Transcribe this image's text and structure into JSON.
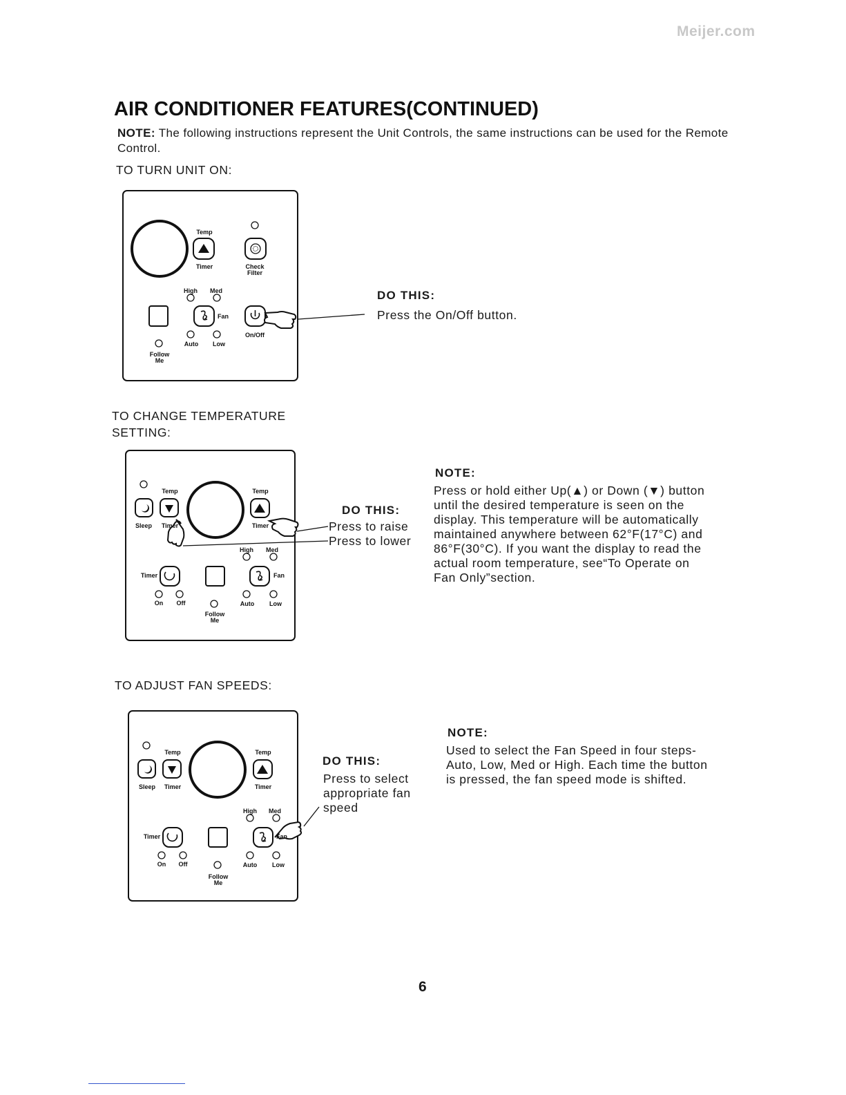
{
  "watermark": "Meijer.com",
  "heading": "AIR CONDITIONER FEATURES(CONTINUED)",
  "intro": {
    "note_label": "NOTE:",
    "note_text": " The following instructions represent the Unit Controls, the same instructions can be used for the Remote Control."
  },
  "sections": {
    "turn_on": {
      "title": "TO TURN UNIT ON:",
      "do_this": "DO THIS:",
      "instruction": "Press the On/Off button."
    },
    "change_temp": {
      "title_line1": "TO CHANGE TEMPERATURE",
      "title_line2": "SETTING:",
      "do_this": "DO THIS:",
      "raise": "Press to raise",
      "lower": "Press to lower",
      "note_label": "NOTE:",
      "note_lines": [
        "Press or hold either Up(▲) or Down (▼) button",
        "until the desired temperature is seen on the",
        "display. This temperature will be automatically",
        "maintained anywhere between 62°F(17°C) and",
        "86°F(30°C). If you want the display to read the",
        "actual room temperature, see“To Operate on",
        "Fan Only”section."
      ]
    },
    "fan_speed": {
      "title": "TO ADJUST FAN SPEEDS:",
      "do_this": "DO THIS:",
      "instruction_lines": [
        "Press to select",
        "appropriate fan",
        "speed"
      ],
      "note_label": "NOTE:",
      "note_lines": [
        "Used to select the Fan Speed in four steps-",
        "Auto, Low, Med or High. Each time the button",
        "is pressed, the fan speed mode is shifted."
      ]
    }
  },
  "panel_labels": {
    "temp": "Temp",
    "timer": "Timer",
    "check_filter_1": "Check",
    "check_filter_2": "Filter",
    "high": "High",
    "med": "Med",
    "fan": "Fan",
    "on_off": "On/Off",
    "auto": "Auto",
    "low": "Low",
    "follow": "Follow",
    "me": "Me",
    "sleep": "Sleep",
    "on": "On",
    "off": "Off"
  },
  "page_number": "6"
}
